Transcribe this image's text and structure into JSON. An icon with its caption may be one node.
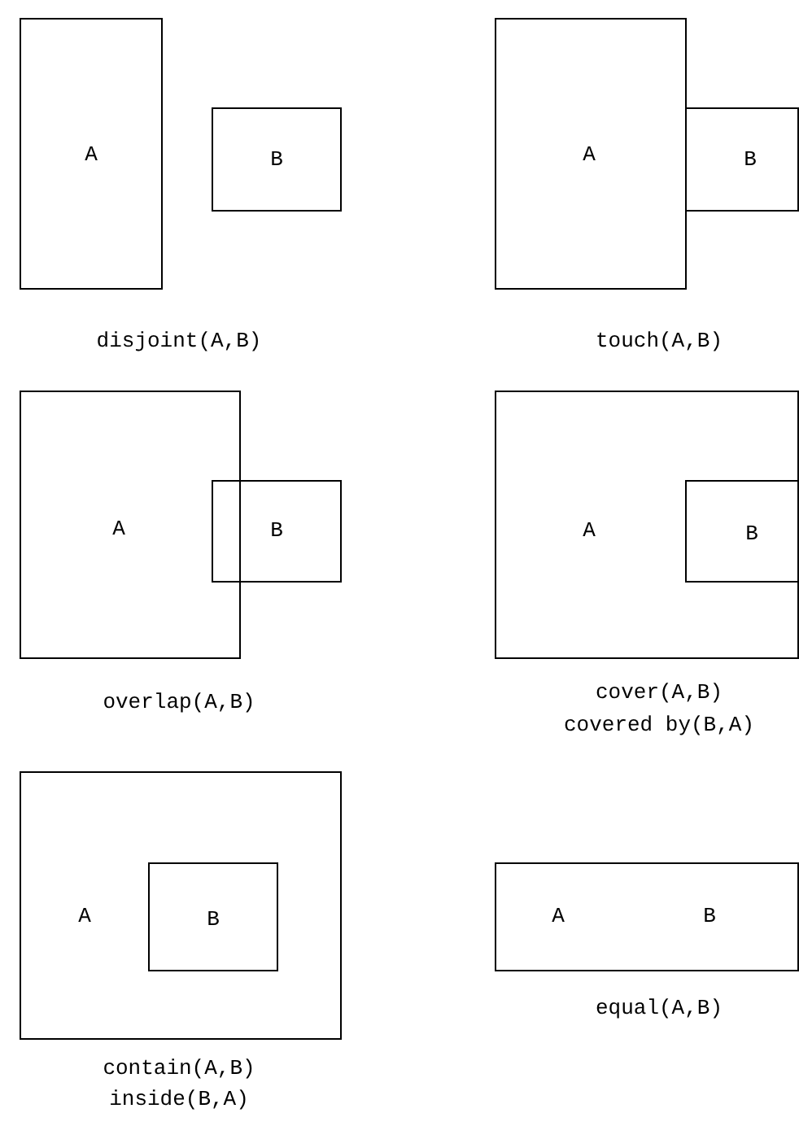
{
  "diagram": {
    "nodes": [
      {
        "text": [
          "A"
        ]
      },
      {
        "text": [
          "B"
        ]
      },
      {
        "text": [
          "A"
        ]
      },
      {
        "text": [
          "B"
        ]
      },
      {
        "text": [
          "A"
        ]
      },
      {
        "text": [
          "B"
        ]
      },
      {
        "text": [
          "A"
        ]
      },
      {
        "text": [
          "B"
        ],
        "in": 6
      },
      {
        "text": [
          "A"
        ]
      },
      {
        "text": [
          "B"
        ],
        "in": 8
      },
      {
        "text": [
          "A",
          "B"
        ]
      }
    ],
    "labels": [
      "disjoint(A,B)",
      "touch(A,B)",
      "overlap(A,B)",
      "cover(A,B)",
      "covered by(B,A)",
      "contain(A,B)",
      "inside(B,A)",
      "equal(A,B)"
    ]
  }
}
